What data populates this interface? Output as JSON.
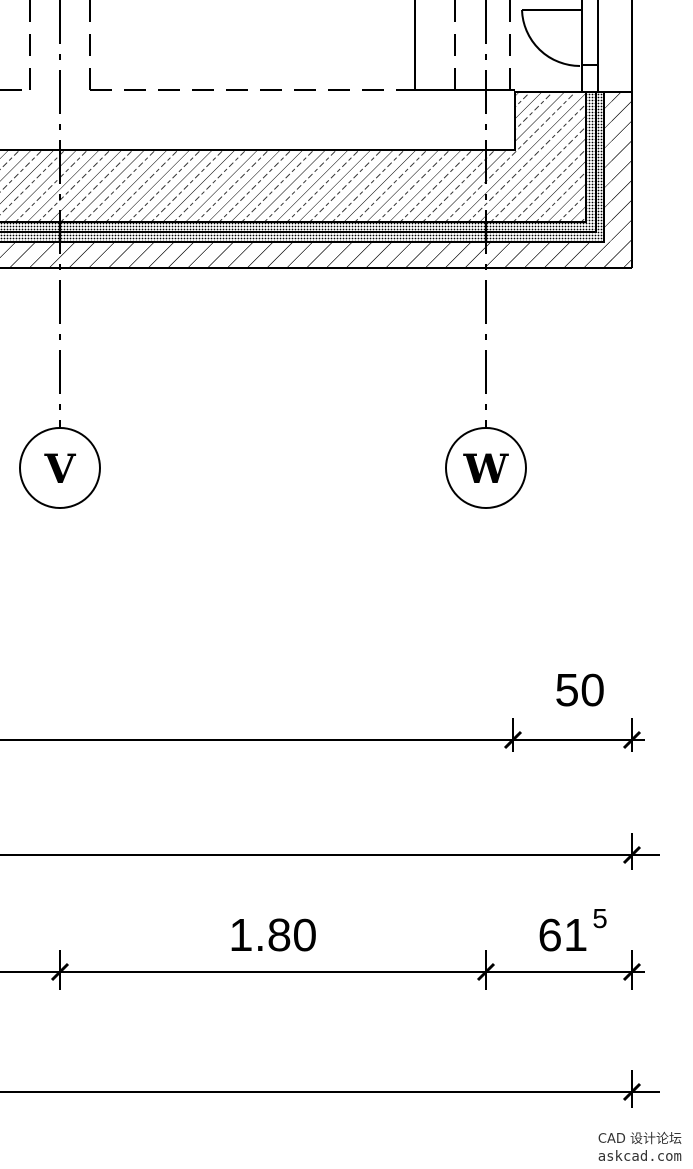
{
  "colors": {
    "ink": "#000000",
    "paper": "#ffffff",
    "watermark": "#333333"
  },
  "grid_axes": [
    {
      "label": "V"
    },
    {
      "label": "W"
    }
  ],
  "dimensions": {
    "row1": {
      "segment": "50"
    },
    "row3": {
      "segment_a": "1.80",
      "segment_b_main": "61",
      "segment_b_sup": "5"
    }
  },
  "watermark": {
    "line1": "CAD 设计论坛",
    "line2": "askcad.com"
  }
}
